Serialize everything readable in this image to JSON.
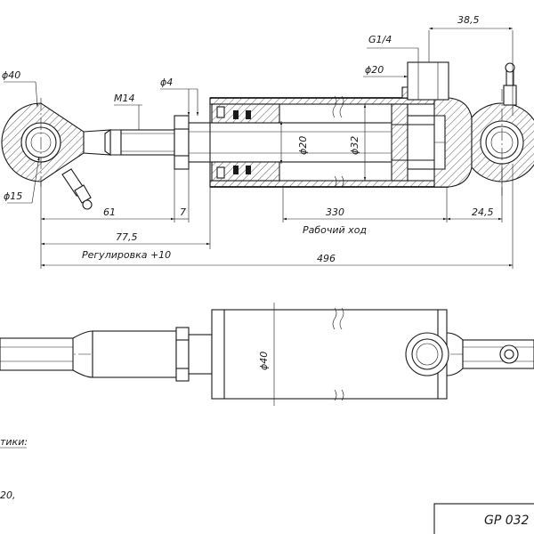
{
  "dimensions": {
    "rod_eye_outer": "ϕ40",
    "rod_eye_pin": "ϕ15",
    "thread": "M14",
    "rod_small": "ϕ4",
    "port_thread": "G1/4",
    "port_offset": "38,5",
    "port_diameter": "ϕ20",
    "rod_diameter": "ϕ20",
    "bore_diameter": "ϕ32",
    "eye_length": "61",
    "nut_length": "7",
    "stroke_value": "330",
    "stroke_label": "Рабочий ход",
    "rear_eye_length": "24,5",
    "adjust_length": "77,5",
    "adjust_label": "Регулировка +10",
    "total_length": "496",
    "body_diameter": "ϕ40"
  },
  "notes": {
    "characteristics_fragment": "тики:",
    "pressure_fragment": "20,"
  },
  "stamp": {
    "code": "GP 032"
  }
}
